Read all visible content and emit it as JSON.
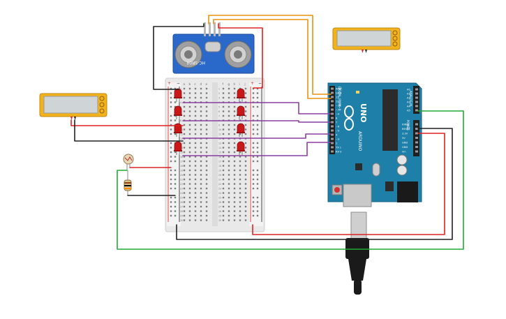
{
  "sensor": {
    "model": "HC-SR04"
  },
  "arduino": {
    "logo": "UNO",
    "brand": "ARDUINO",
    "digital_header": "DIGITAL (PWM~)",
    "analog_header": "ANALOG IN",
    "power_header": "POWER",
    "digital_pins": [
      "AREF",
      "GND",
      "13",
      "12",
      "~11",
      "~10",
      "~9",
      "8",
      "7",
      "~6",
      "~5",
      "4",
      "~3",
      "2",
      "TX 1",
      "RX 0"
    ],
    "power_pins": [
      "IOREF",
      "RESET",
      "3.3V",
      "5V",
      "GND",
      "GND",
      "Vin"
    ],
    "analog_pins": [
      "A0",
      "A1",
      "A2",
      "A3",
      "A4",
      "A5"
    ]
  },
  "breadboard": {
    "columns_left": [
      "a",
      "b",
      "c",
      "d",
      "e"
    ],
    "columns_right": [
      "f",
      "g",
      "h",
      "i",
      "j"
    ],
    "row_count": 30,
    "rail_plus": "+",
    "rail_minus": "−"
  },
  "colors": {
    "wire_red": "#e02020",
    "wire_black": "#202020",
    "wire_orange": "#e8920e",
    "wire_purple": "#8a3fa0",
    "wire_green": "#22aa33",
    "arduino_teal": "#1e7fa8",
    "led_red": "#c8181a",
    "sensor_blue": "#2a68c9",
    "lcd_yellow": "#f2b21c"
  }
}
